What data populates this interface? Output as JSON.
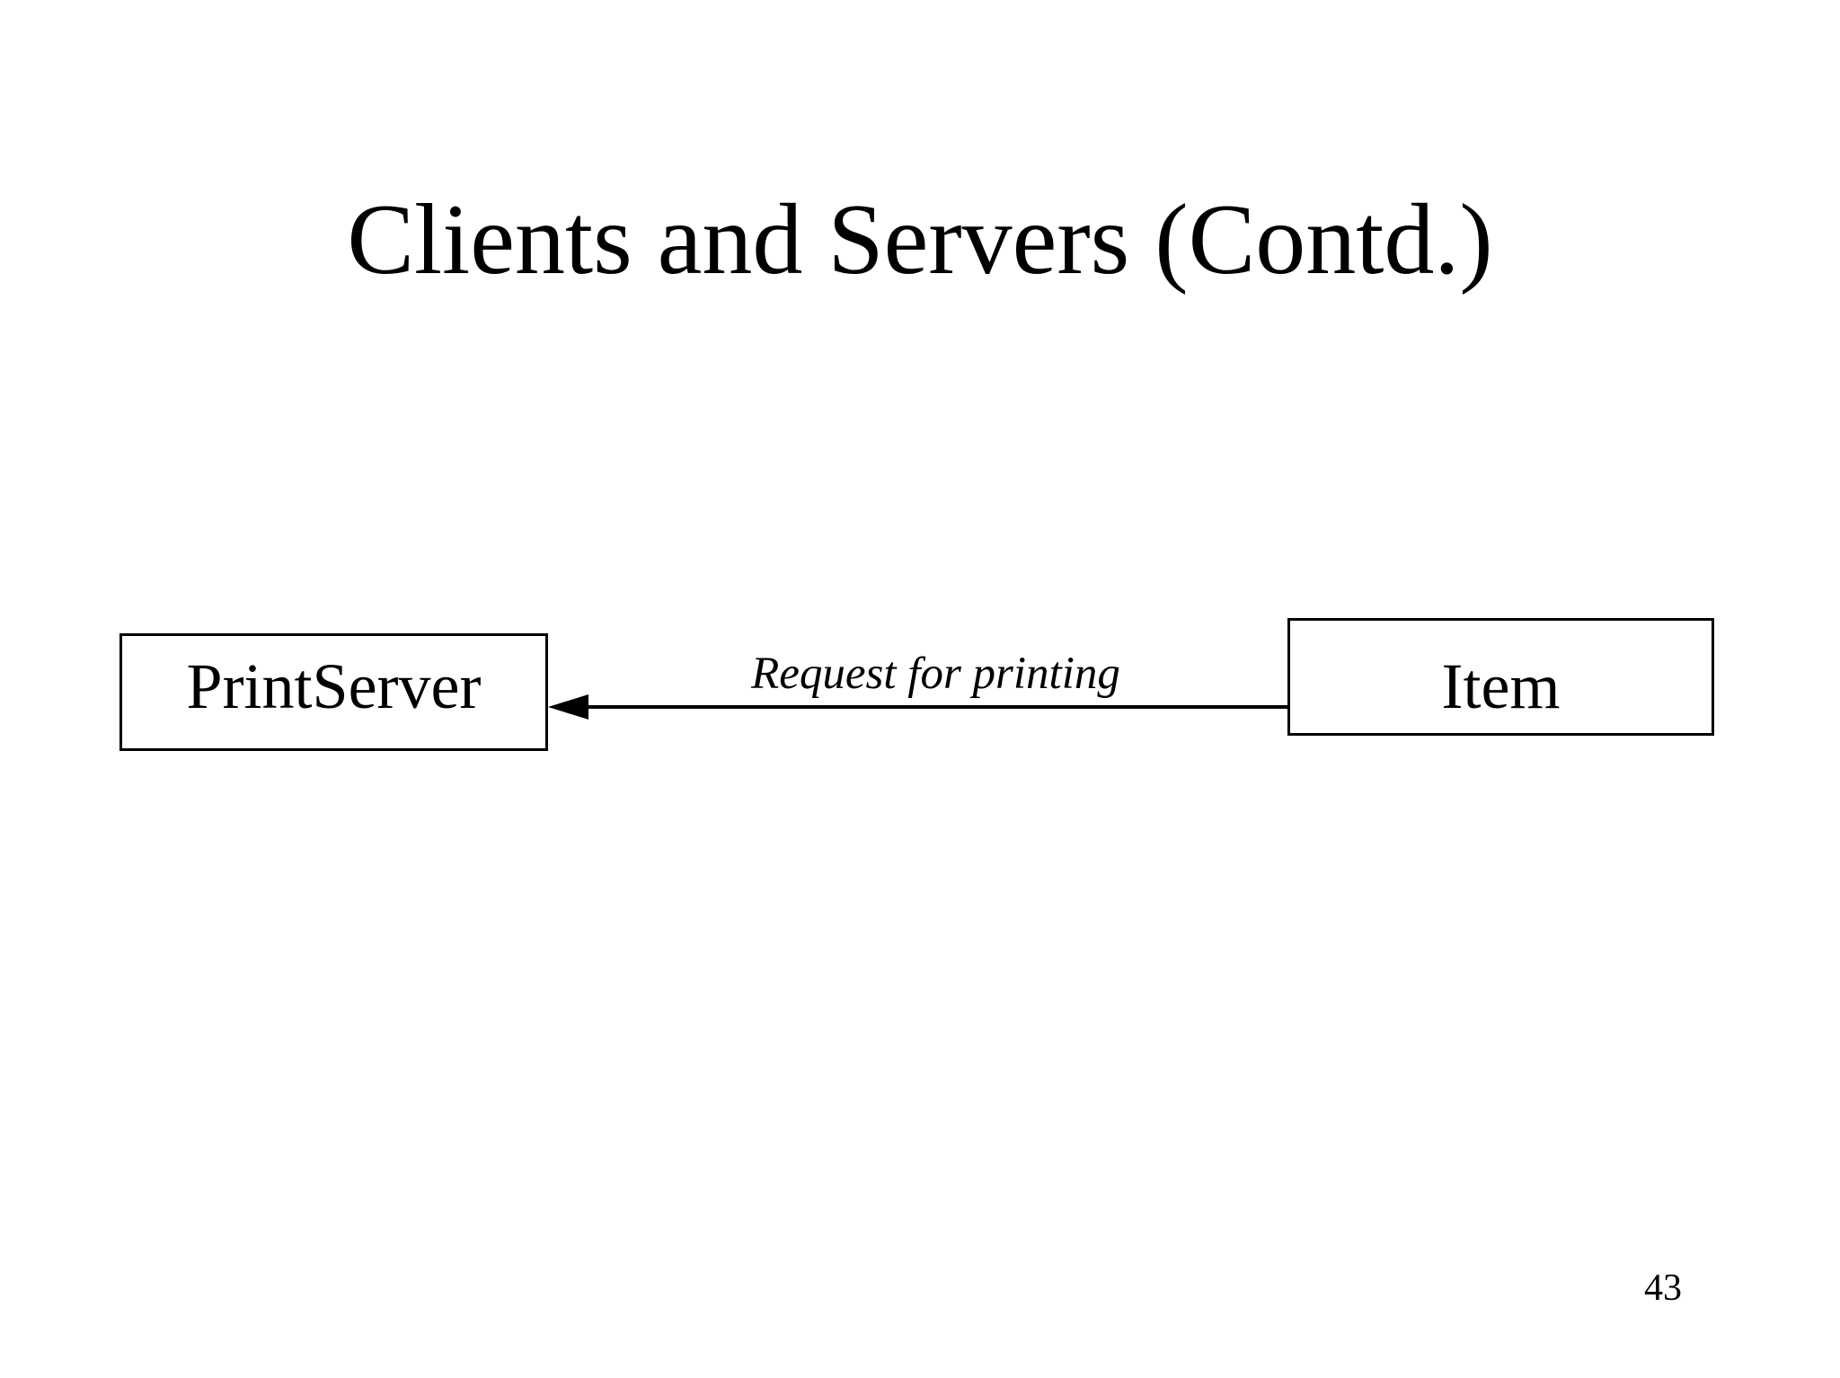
{
  "slide": {
    "title": "Clients and Servers (Contd.)",
    "page_number": "43",
    "colors": {
      "background": "#ffffff",
      "foreground": "#000000"
    }
  },
  "diagram": {
    "server_box": {
      "label": "PrintServer"
    },
    "client_box": {
      "label": "Item"
    },
    "arrow": {
      "label": "Request for printing",
      "from": "Item",
      "to": "PrintServer"
    }
  }
}
